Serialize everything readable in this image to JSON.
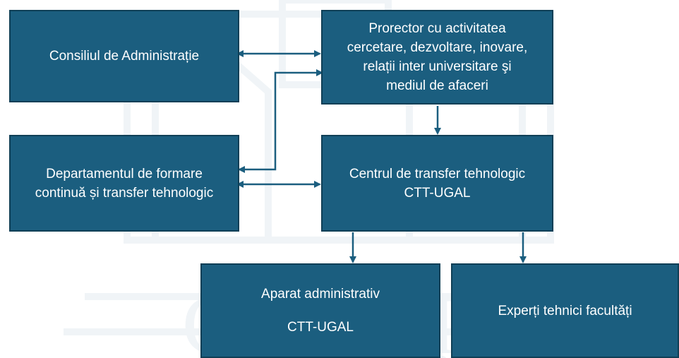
{
  "boxes": {
    "consiliu": "Consiliul de Administrație",
    "prorector": [
      "Prorector cu activitatea",
      "cercetare, dezvoltare, inovare,",
      "relații inter universitare şi",
      "mediul de afaceri"
    ],
    "departament": [
      "Departamentul de formare",
      "continuă și transfer tehnologic"
    ],
    "centru": [
      "Centrul de transfer tehnologic",
      "CTT-UGAL"
    ],
    "aparat": [
      "Aparat administrativ",
      "CTT-UGAL"
    ],
    "experti": "Experți tehnici facultăți"
  },
  "colors": {
    "box_fill": "#1b5e7f",
    "box_border": "#0f3f56",
    "connector": "#1b5e7f"
  },
  "watermark_text": "GALAȚI"
}
